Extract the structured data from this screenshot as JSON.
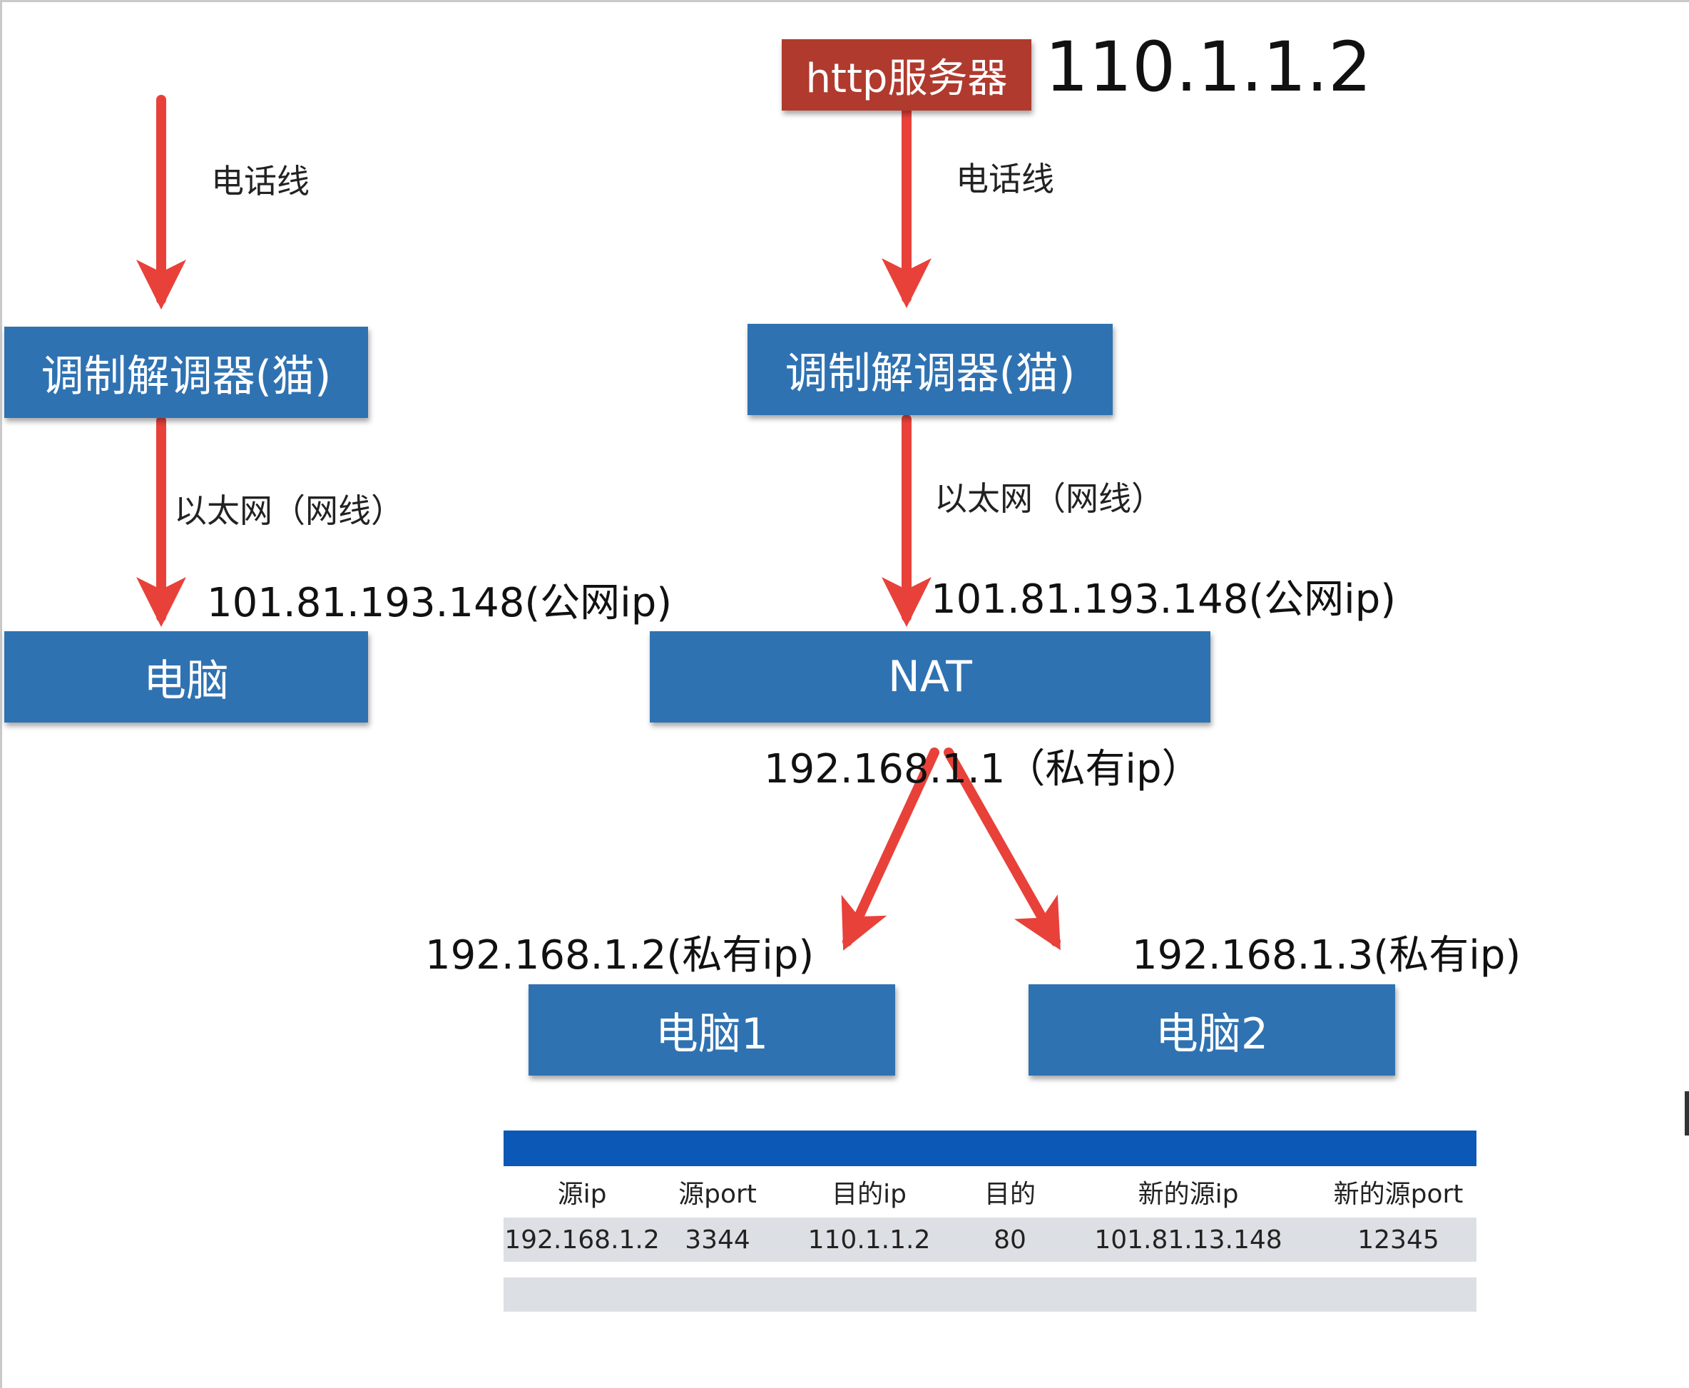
{
  "left": {
    "wire_label": "电话线",
    "modem": "调制解调器(猫)",
    "ethernet_label": "以太网（网线）",
    "public_ip": "101.81.193.148(公网ip)",
    "computer": "电脑"
  },
  "right": {
    "server": "http服务器",
    "server_ip": "110.1.1.2",
    "wire_label": "电话线",
    "modem": "调制解调器(猫)",
    "ethernet_label": "以太网（网线）",
    "public_ip": "101.81.193.148(公网ip)",
    "nat": "NAT",
    "nat_private_ip": "192.168.1.1（私有ip）",
    "pc1_ip": "192.168.1.2(私有ip)",
    "pc1": "电脑1",
    "pc2_ip": "192.168.1.3(私有ip)",
    "pc2": "电脑2"
  },
  "nat_table": {
    "headers": [
      "源ip",
      "源port",
      "目的ip",
      "目的",
      "新的源ip",
      "新的源port"
    ],
    "rows": [
      [
        "192.168.1.2",
        "3344",
        "110.1.1.2",
        "80",
        "101.81.13.148",
        "12345"
      ]
    ]
  },
  "colors": {
    "box_blue": "#2f72b2",
    "server_red": "#b03a2e",
    "arrow_red": "#e8413a",
    "table_header": "#0b58b6",
    "table_row": "#dcdfe3"
  }
}
